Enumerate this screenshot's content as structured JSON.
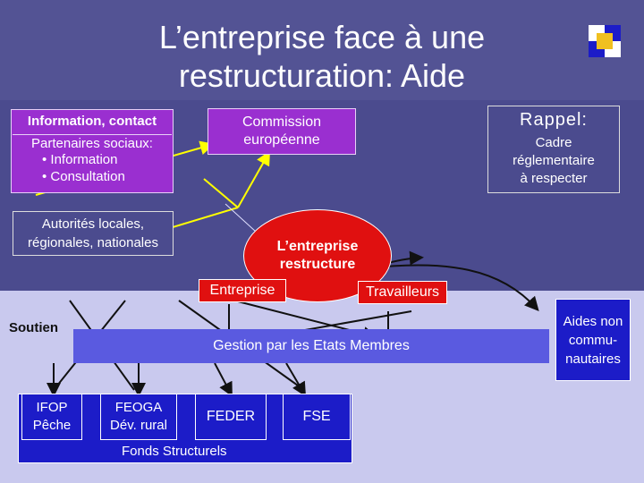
{
  "title_line1": "L’entreprise face à une",
  "title_line2": "restructuration: Aide",
  "info_label": "Information, contact",
  "partenaires": {
    "heading": "Partenaires sociaux:",
    "items": [
      "• Information",
      "• Consultation"
    ]
  },
  "commission": {
    "line1": "Commission",
    "line2": "européenne"
  },
  "rappel": {
    "heading": "Rappel:",
    "line1": "Cadre",
    "line2": "réglementaire",
    "line3": "à respecter"
  },
  "autorites": {
    "line1": "Autorités locales,",
    "line2": "régionales, nationales"
  },
  "entreprise_restructure": {
    "line1": "L’entreprise",
    "line2": "restructure"
  },
  "entreprise_label": "Entreprise",
  "travailleurs_label": "Travailleurs",
  "soutien_label": "Soutien",
  "gestion_label": "Gestion par les Etats Membres",
  "aides": {
    "line1": "Aides non",
    "line2": "commu-",
    "line3": "nautaires"
  },
  "funds": {
    "ifop": {
      "line1": "IFOP",
      "line2": "Pêche"
    },
    "feoga": {
      "line1": "FEOGA",
      "line2": "Dév. rural"
    },
    "feder": "FEDER",
    "fse": "FSE"
  },
  "fonds_structurels_label": "Fonds Structurels",
  "colors": {
    "top_band": "#535394",
    "mid_band": "#4b4b8e",
    "low_band": "#c9c9ee",
    "violet": "#9a2fd0",
    "blue": "#1c1cc8",
    "red": "#e01010",
    "yellow_arrow": "#ffff00"
  }
}
